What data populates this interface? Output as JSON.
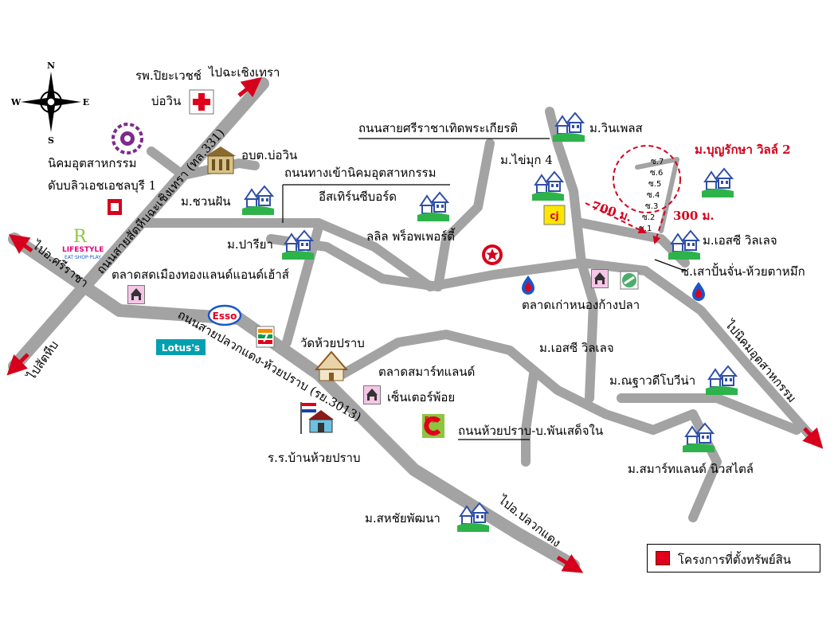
{
  "compass": {
    "n": "N",
    "s": "S",
    "e": "E",
    "w": "W"
  },
  "labels": {
    "hospital_line1": "รพ.ปิยะเวชช์",
    "hospital_line2": "บ่อวิน",
    "to_chachoengsao": "ไปฉะเชิงเทรา",
    "road_331": "ถนนสายสัตหีบฉะเชิงเทรา (ทล.331)",
    "industrial_estate_line1": "นิคมอุตสาหกรรม",
    "industrial_estate_line2": "ดับบลิวเอชเอชลบุรี 1",
    "sao_bowin": "อบต.บ่อวิน",
    "road_estate_line1": "ถนนทางเข้านิคมอุตสาหกรรม",
    "road_estate_line2": "อีสเทิร์นซีบอร์ด",
    "sri_racha_road": "ถนนสายศรีราชาเทิดพระเกียรติ",
    "winplace": "ม.วินเพลส",
    "khaimuk": "ม.ไข่มุก 4",
    "boonrak_ville": "ม.บุญรักษา วิลล์ 2",
    "chuan_fun": "ม.ชวนฝัน",
    "parira": "ม.ปารียา",
    "lalin": "ลลิล พร็อพเพอร์ตี้",
    "dist_700": "700 ม.",
    "dist_300": "300 ม.",
    "sc_village": "ม.เอสซี วิลเลจ",
    "soi_sao": "ซ.เสาปั้นจั่น-ห้วยตาหมึก",
    "to_sriracha": "ไปอ.ศรีราชา",
    "market_muangthong": "ตลาดสดเมืองทองแลนด์แอนด์เฮ้าส์",
    "to_sattahip": "ไปสัตหีบ",
    "old_market": "ตลาดเก่าหนองก้างปลา",
    "to_industrial": "ไปนิคมอุตสาหกรรม",
    "road_3013": "ถนนสายปลวกแดง-ห้วยปราบ (รย.3013)",
    "wat_huaiprap": "วัดห้วยปราบ",
    "smartland_market_line1": "ตลาดสมาร์ทแลนด์",
    "smartland_market_line2": "เซ็นเตอร์พ้อย",
    "sc_village_2": "ม.เอสซี วิลเลจ",
    "natawadee": "ม.ณฐาวดีโบวีน่า",
    "road_huaiprap": "ถนนห้วยปราบ-บ.พันเสด็จใน",
    "school": "ร.ร.บ้านห้วยปราบ",
    "smartland_newstyle": "ม.สมาร์ทแลนด์ นิวสไตล์",
    "sahachai": "ม.สหชัยพัฒนา",
    "to_pluakdaeng": "ไปอ.ปลวกแดง"
  },
  "soi": [
    "ซ.7",
    "ซ.6",
    "ซ.5",
    "ซ.4",
    "ซ.3",
    "ซ.2",
    "ซ.1"
  ],
  "logos": {
    "esso": "Esso",
    "lotus": "Lotus's",
    "seven": "7",
    "big": "Big",
    "lifestyle_r": "R",
    "lifestyle": "LIFESTYLE",
    "lifestyle_sub": "EAT·SHOP·PLAY"
  },
  "legend": {
    "label": "โครงการที่ตั้งทรัพย์สิน",
    "color": "#e0001b"
  },
  "colors": {
    "road": "#a3a3a3",
    "arrow": "#d6001c",
    "house_roof": "#2f4fa8",
    "house_base": "#2db34a"
  }
}
